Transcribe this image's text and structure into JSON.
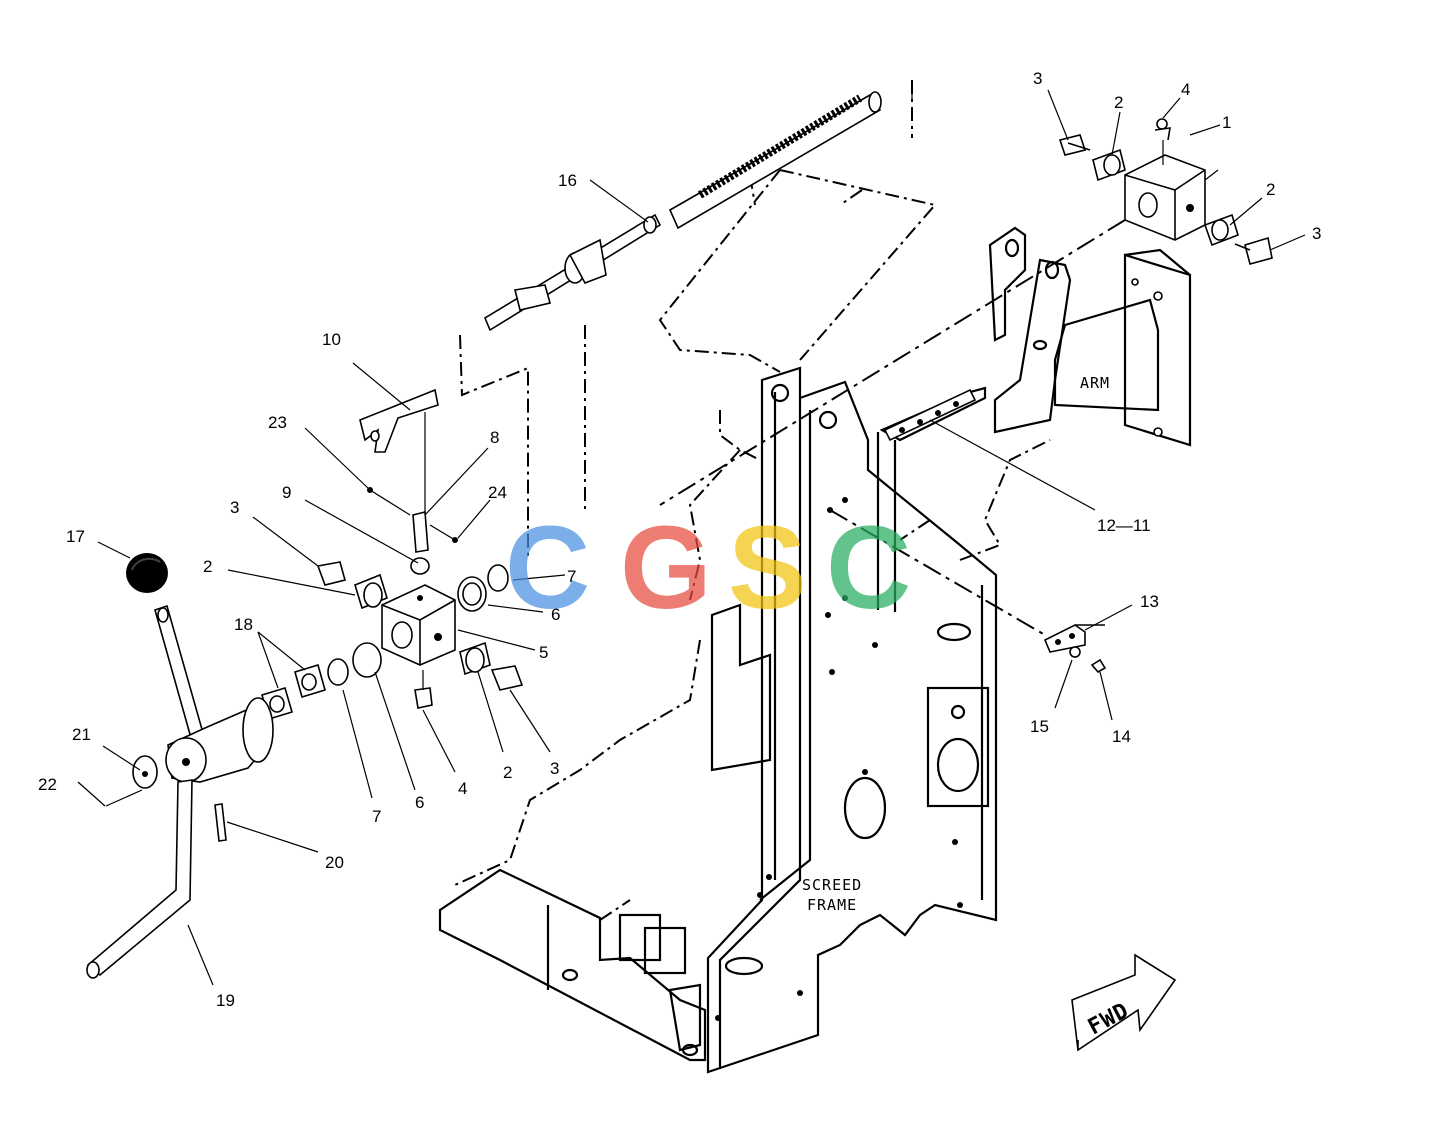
{
  "callouts": [
    {
      "id": "c1",
      "text": "1"
    },
    {
      "id": "c2a",
      "text": "2"
    },
    {
      "id": "c2b",
      "text": "2"
    },
    {
      "id": "c3a",
      "text": "3"
    },
    {
      "id": "c3b",
      "text": "3"
    },
    {
      "id": "c4a",
      "text": "4"
    },
    {
      "id": "c16",
      "text": "16"
    },
    {
      "id": "c10",
      "text": "10"
    },
    {
      "id": "c23",
      "text": "23"
    },
    {
      "id": "c8",
      "text": "8"
    },
    {
      "id": "c24",
      "text": "24"
    },
    {
      "id": "c9",
      "text": "9"
    },
    {
      "id": "c3c",
      "text": "3"
    },
    {
      "id": "c17",
      "text": "17"
    },
    {
      "id": "c2c",
      "text": "2"
    },
    {
      "id": "c7a",
      "text": "7"
    },
    {
      "id": "c6a",
      "text": "6"
    },
    {
      "id": "c5",
      "text": "5"
    },
    {
      "id": "c18",
      "text": "18"
    },
    {
      "id": "c21",
      "text": "21"
    },
    {
      "id": "c22",
      "text": "22"
    },
    {
      "id": "c7b",
      "text": "7"
    },
    {
      "id": "c6b",
      "text": "6"
    },
    {
      "id": "c4b",
      "text": "4"
    },
    {
      "id": "c2d",
      "text": "2"
    },
    {
      "id": "c3d",
      "text": "3"
    },
    {
      "id": "c20",
      "text": "20"
    },
    {
      "id": "c19",
      "text": "19"
    },
    {
      "id": "c12_11",
      "text": "12—11"
    },
    {
      "id": "c13",
      "text": "13"
    },
    {
      "id": "c15",
      "text": "15"
    },
    {
      "id": "c14",
      "text": "14"
    }
  ],
  "labels": {
    "arm": "ARM",
    "screed_1": "SCREED",
    "screed_2": "FRAME",
    "fwd": "FWD"
  },
  "watermark": {
    "letters": [
      "C",
      "G",
      "S",
      "C"
    ],
    "colors": [
      "#4a90e2",
      "#e74c3c",
      "#f1c40f",
      "#27ae60"
    ]
  }
}
